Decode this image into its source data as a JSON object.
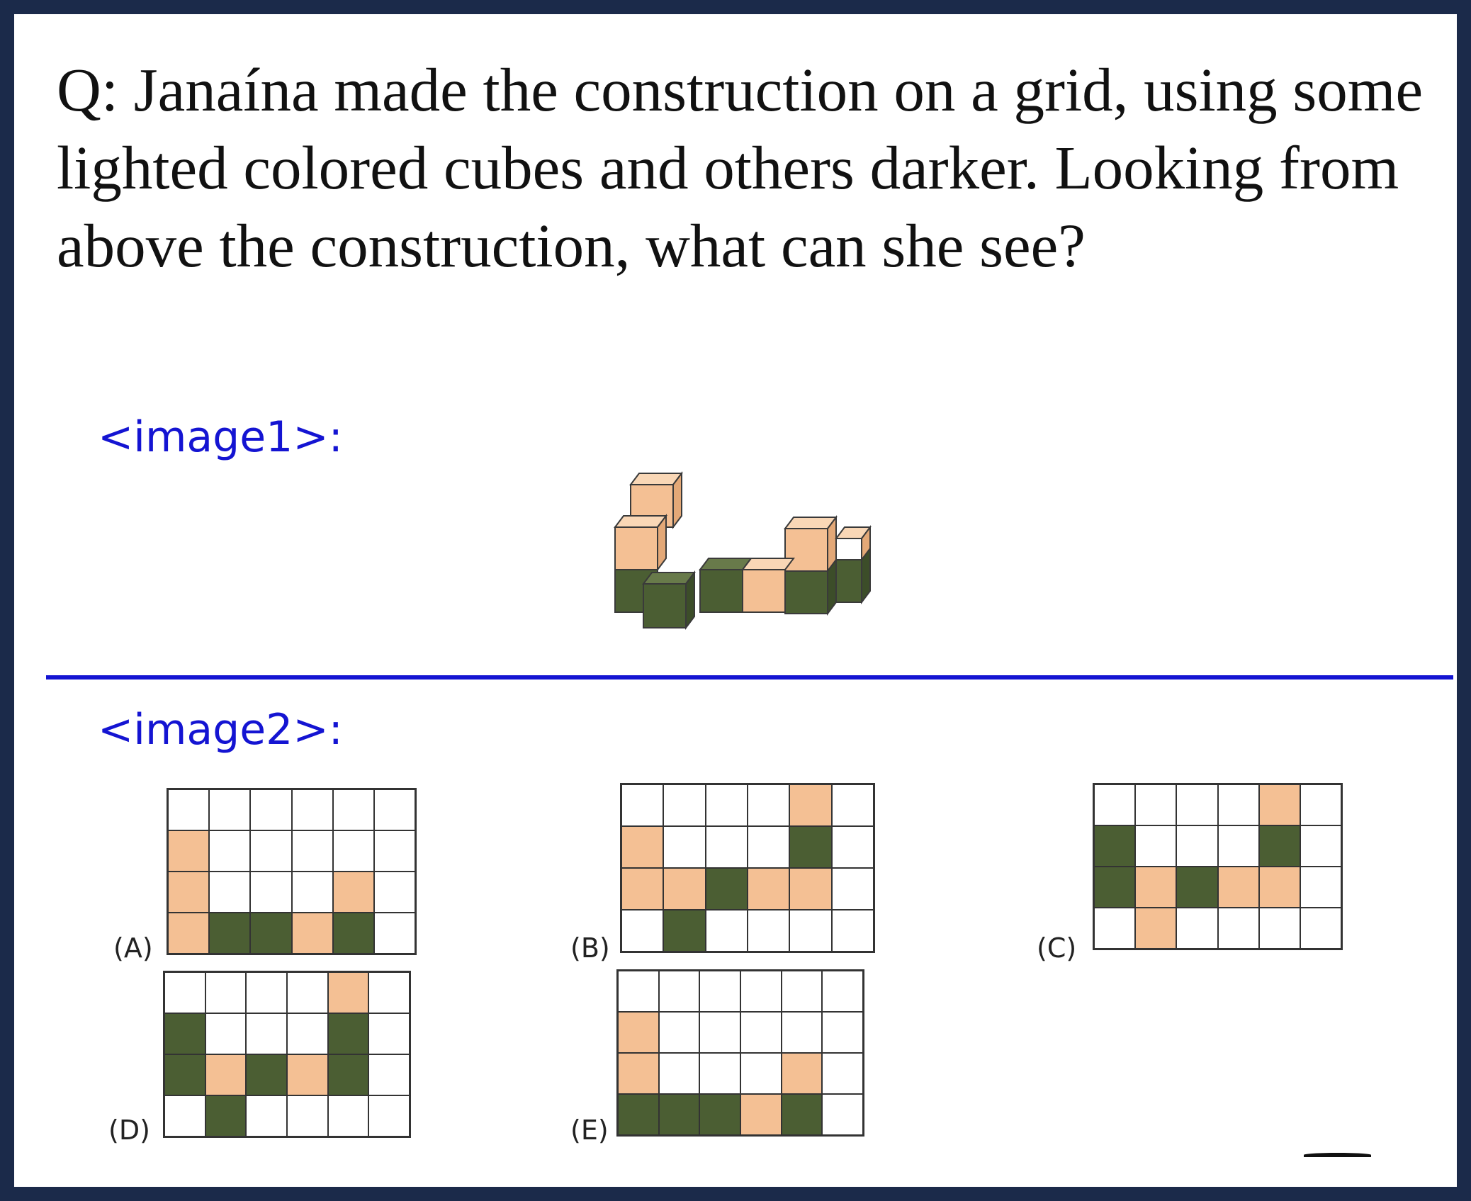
{
  "question": {
    "text": "Q: Janaína made the construction on a grid, using some lighted colored cubes and others darker. Looking from above the construction, what can she see?"
  },
  "image1": {
    "label": "<image1>:"
  },
  "image2": {
    "label": "<image2>:"
  },
  "colors": {
    "light_cube": "#f4c094",
    "dark_cube": "#4b5e33",
    "border": "#1b2a4a",
    "label_blue": "#1414d2"
  },
  "options": [
    {
      "label": "(A)",
      "cells": [
        "WWWWWW",
        "LWWWWW",
        "LWWWLW",
        "LDDLDW"
      ]
    },
    {
      "label": "(B)",
      "cells": [
        "WWWWLW",
        "LWWWDW",
        "LLDLLW",
        "WDWWWW"
      ]
    },
    {
      "label": "(C)",
      "cells": [
        "WWWWLW",
        "DWWWDW",
        "DLDLLW",
        "WLWWWW"
      ]
    },
    {
      "label": "(D)",
      "cells": [
        "WWWWLW",
        "DWWWDW",
        "DLDLDW",
        "WDWWWW"
      ]
    },
    {
      "label": "(E)",
      "cells": [
        "WWWWWW",
        "LWWWWW",
        "LWWWLW",
        "DDDLDW"
      ]
    }
  ]
}
